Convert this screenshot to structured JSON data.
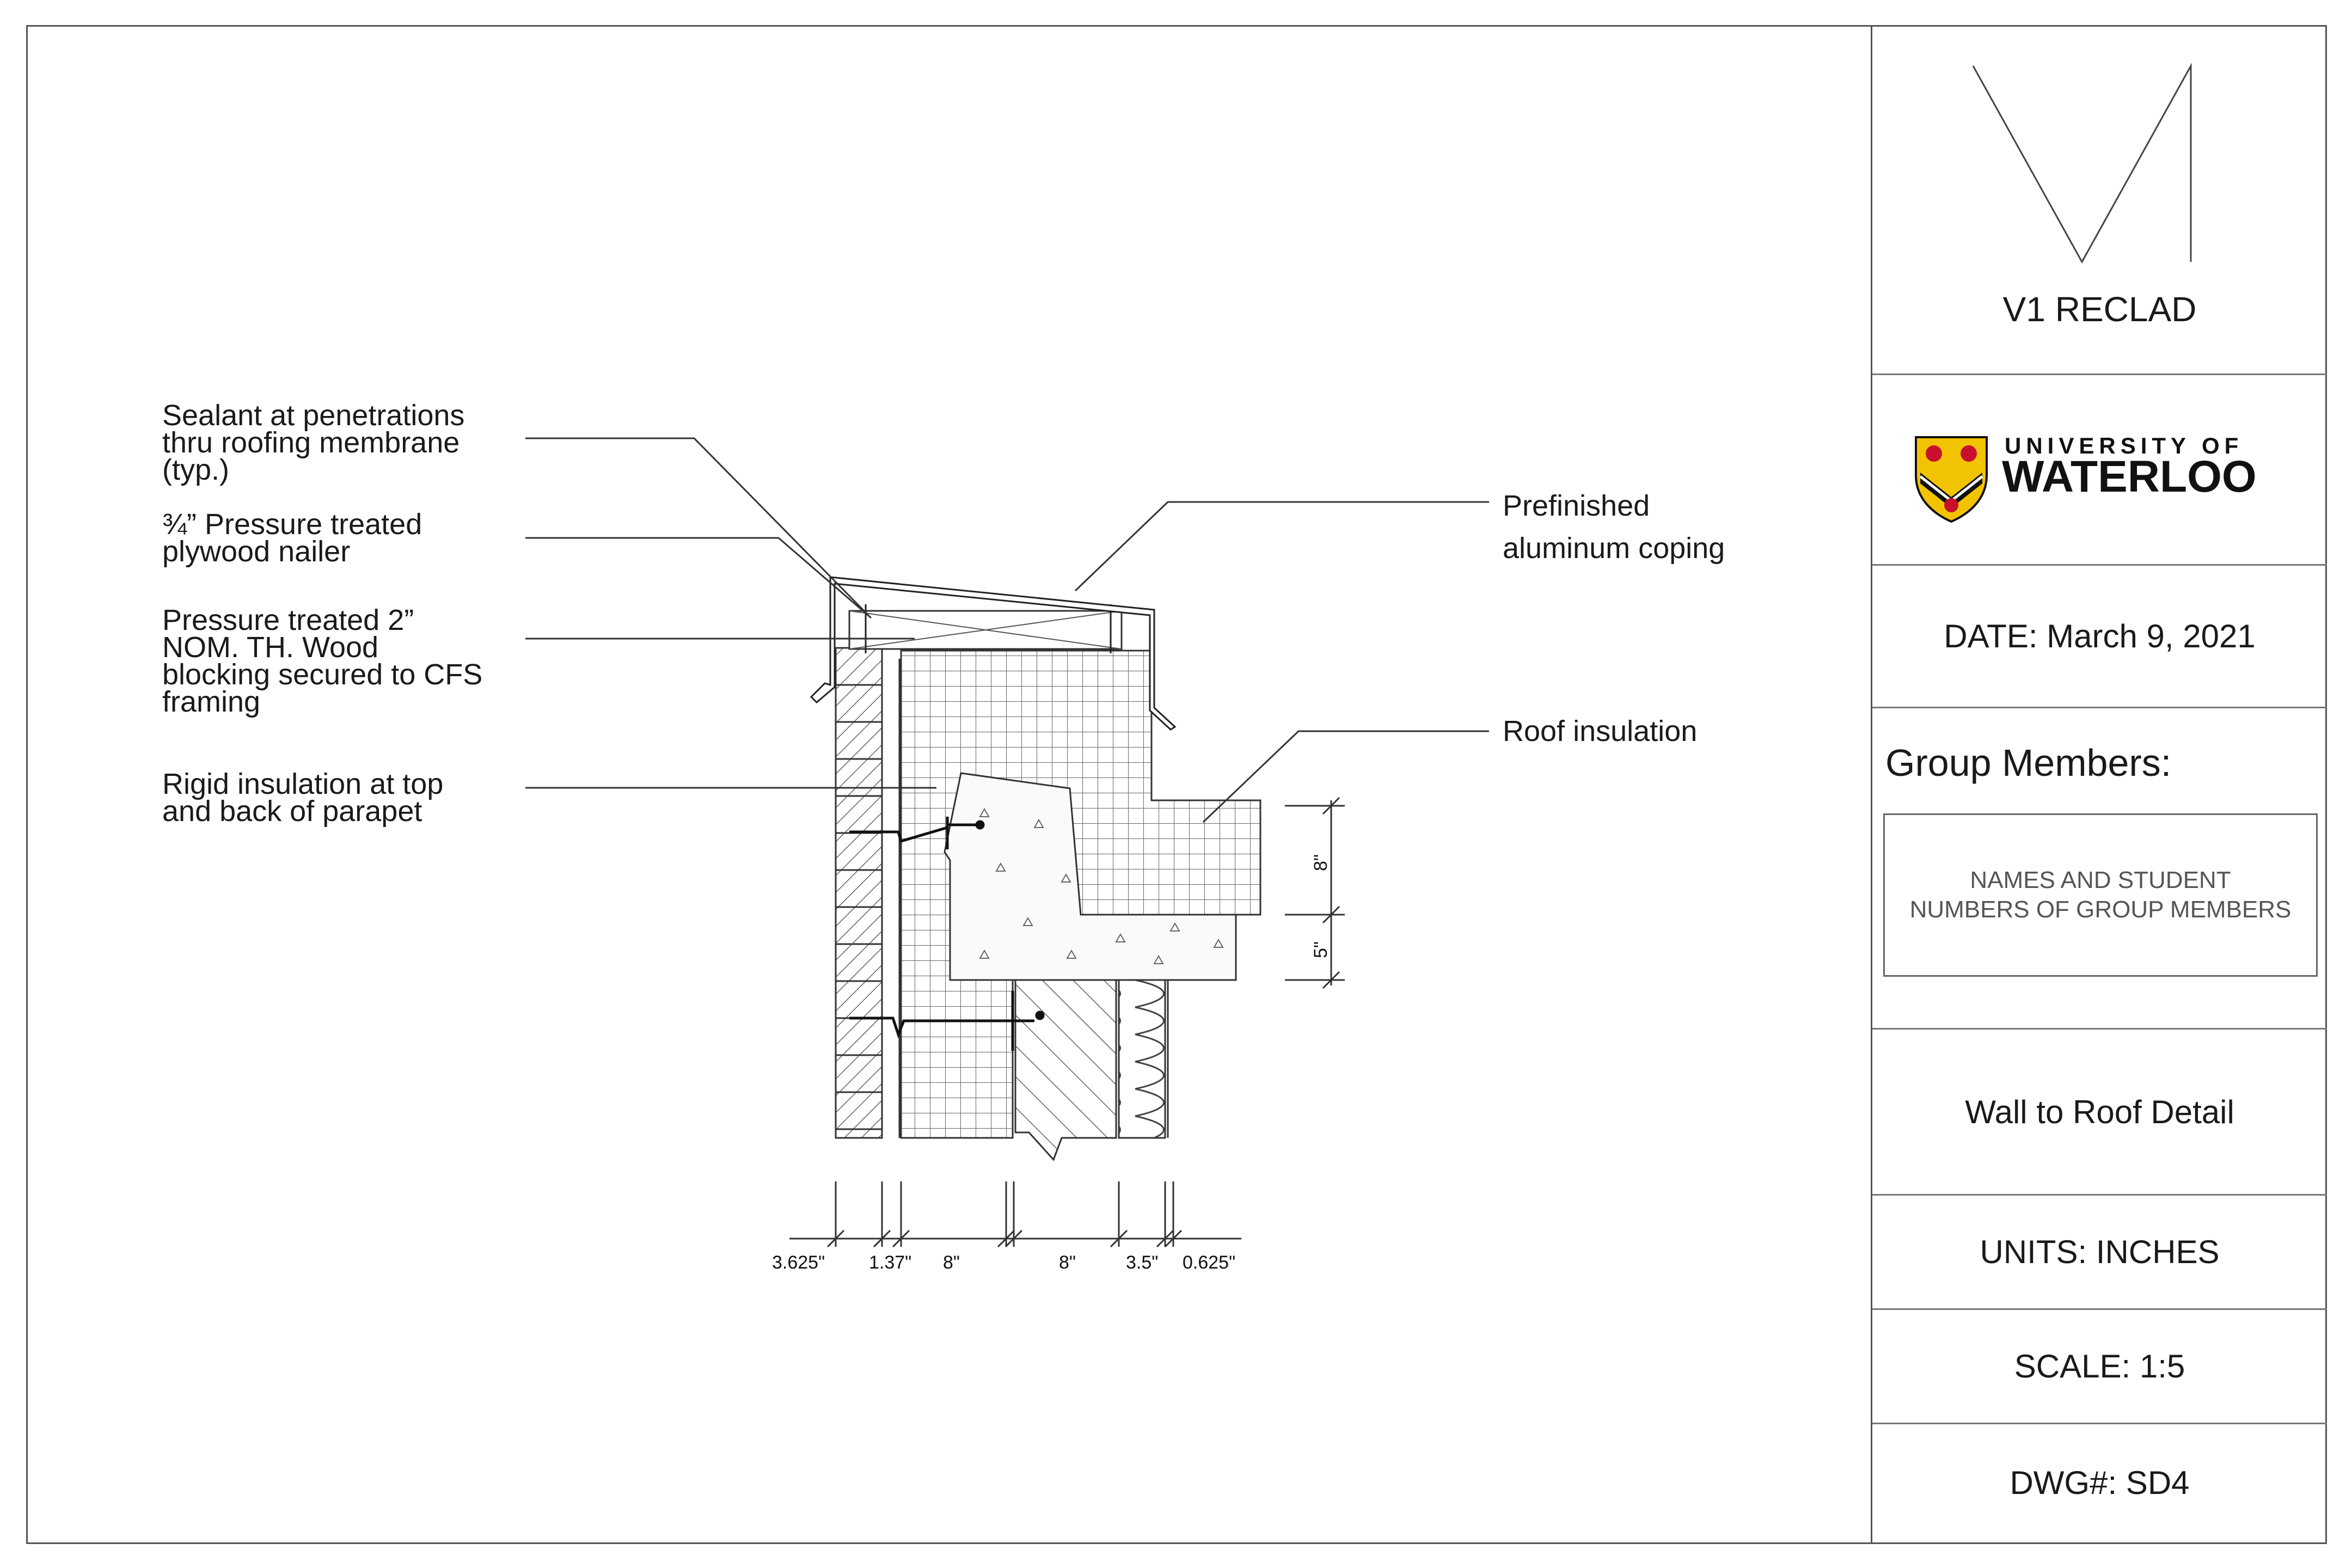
{
  "callouts": {
    "sealant": "Sealant at penetrations\nthru roofing membrane\n(typ.)",
    "plywood": "¾” Pressure treated\nplywood nailer",
    "blocking": "Pressure treated 2”\nNOM. TH. Wood\nblocking secured to CFS\nframing",
    "rigid": "Rigid insulation at top\nand back of parapet",
    "coping": "Prefinished\naluminum coping",
    "roof_insulation": "Roof insulation"
  },
  "dimensions": {
    "horizontal": [
      "3.625\"",
      "1.37\"",
      "8\"",
      "8\"",
      "3.5\"",
      "0.625\""
    ],
    "vertical": [
      "8\"",
      "5\""
    ]
  },
  "title_block": {
    "project": "V1 RECLAD",
    "logo_line1": "UNIVERSITY OF",
    "logo_line2": "WATERLOO",
    "date": "DATE: March 9, 2021",
    "group_heading": "Group Members:",
    "group_placeholder": "NAMES AND STUDENT\nNUMBERS OF GROUP MEMBERS",
    "drawing_title": "Wall to Roof Detail",
    "units": "UNITS: INCHES",
    "scale": "SCALE: 1:5",
    "dwg": "DWG#: SD4"
  },
  "colors": {
    "logo_gold": "#f2c300",
    "logo_red": "#c8102e",
    "logo_black": "#111111"
  }
}
